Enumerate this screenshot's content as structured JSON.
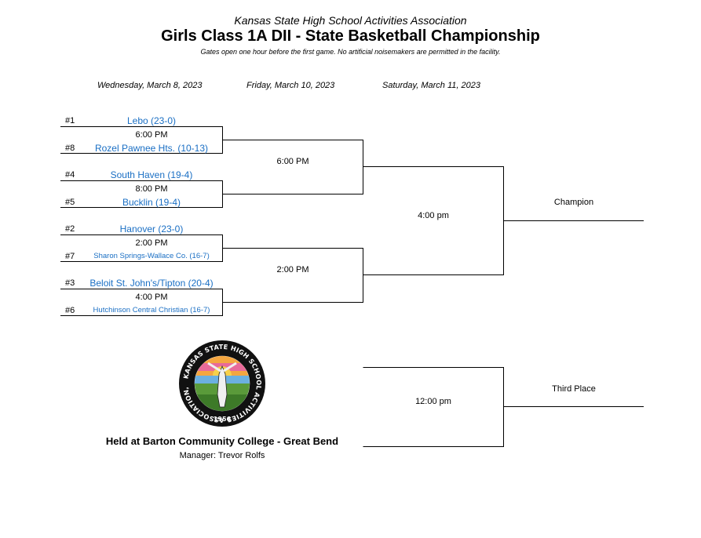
{
  "header": {
    "organization": "Kansas State High School Activities Association",
    "title": "Girls Class 1A DII - State Basketball Championship",
    "subtitle": "Gates open one hour before the first game. No artificial noisemakers are permitted in the facility."
  },
  "rounds": {
    "round1": "Wednesday, March 8, 2023",
    "round2": "Friday, March 10, 2023",
    "round3": "Saturday, March 11, 2023"
  },
  "games": [
    {
      "top": {
        "seed": "#1",
        "team": "Lebo (23-0)"
      },
      "time": "6:00 PM",
      "bottom": {
        "seed": "#8",
        "team": "Rozel Pawnee Hts. (10-13)"
      }
    },
    {
      "top": {
        "seed": "#4",
        "team": "South Haven (19-4)"
      },
      "time": "8:00 PM",
      "bottom": {
        "seed": "#5",
        "team": "Bucklin (19-4)"
      }
    },
    {
      "top": {
        "seed": "#2",
        "team": "Hanover (23-0)"
      },
      "time": "2:00 PM",
      "bottom": {
        "seed": "#7",
        "team": "Sharon Springs-Wallace Co. (16-7)"
      }
    },
    {
      "top": {
        "seed": "#3",
        "team": "Beloit St. John's/Tipton (20-4)"
      },
      "time": "4:00 PM",
      "bottom": {
        "seed": "#6",
        "team": "Hutchinson Central Christian (16-7)"
      }
    }
  ],
  "semifinals": {
    "upper_time": "6:00 PM",
    "lower_time": "2:00 PM"
  },
  "final": {
    "time": "4:00 pm",
    "winner_label": "Champion"
  },
  "third_place": {
    "time": "12:00 pm",
    "winner_label": "Third Place"
  },
  "footer": {
    "venue": "Held at Barton Community College - Great Bend",
    "manager": "Manager: Trevor Rolfs",
    "logo_text": "KANSAS STATE HIGH SCHOOL ACTIVITIES ASSOCIATION, INC",
    "logo_year": "1956"
  },
  "colors": {
    "team_link": "#1a6fc4",
    "line": "#000000"
  }
}
